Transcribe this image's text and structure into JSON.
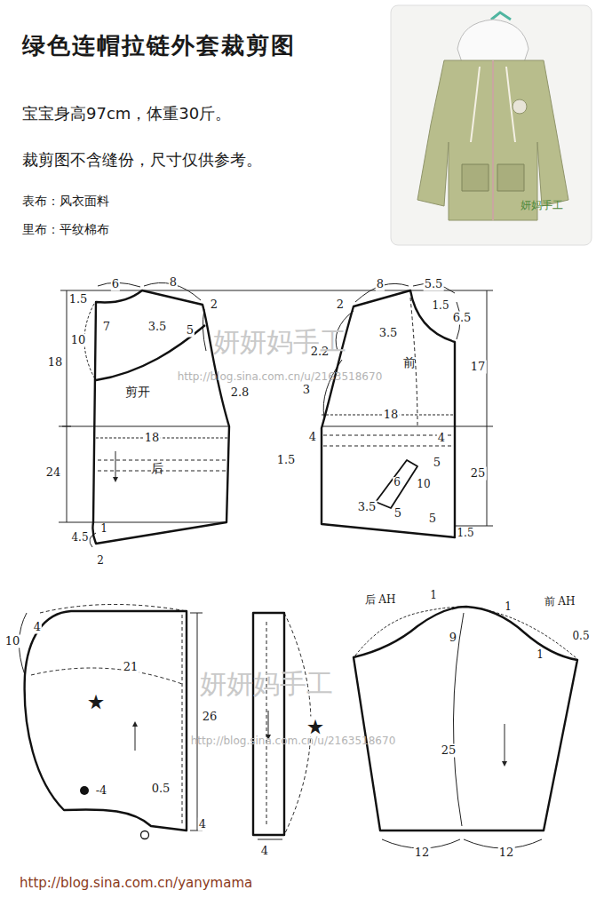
{
  "diagram": {
    "title": "绿色连帽拉链外套裁剪图",
    "labels": [
      "宝宝身高97cm，体重30斤。",
      "裁剪图不含缝份，尺寸仅供参考。",
      "表布：风衣面料",
      "里布：平纹棉布",
      "妍妈手工",
      "6",
      "8",
      "1.5",
      "2",
      "7",
      "10",
      "3.5",
      "5",
      "18",
      "剪开",
      "2.8",
      "18",
      "24",
      "后",
      "1",
      "4.5",
      "2",
      "8",
      "5.5",
      "2",
      "1.5",
      "3.5",
      "6.5",
      "2.2",
      "前",
      "17",
      "3",
      "18",
      "4",
      "4",
      "1.5",
      "5",
      "25",
      "6",
      "10",
      "3.5",
      "5",
      "5",
      "1.5",
      "妍妍妈手工",
      "http://blog.sina.com.cn/u/2163518670",
      "10",
      "4",
      "21",
      "★",
      "-4",
      "0.5",
      "26",
      "4",
      "★",
      "4",
      "后 AH",
      "1",
      "1",
      "前 AH",
      "0.5",
      "9",
      "1",
      "25",
      "12",
      "12",
      "妍妍妈手工",
      "http://blog.sina.com.cn/u/2163518670",
      "http://blog.sina.com.cn/yanymama"
    ]
  }
}
